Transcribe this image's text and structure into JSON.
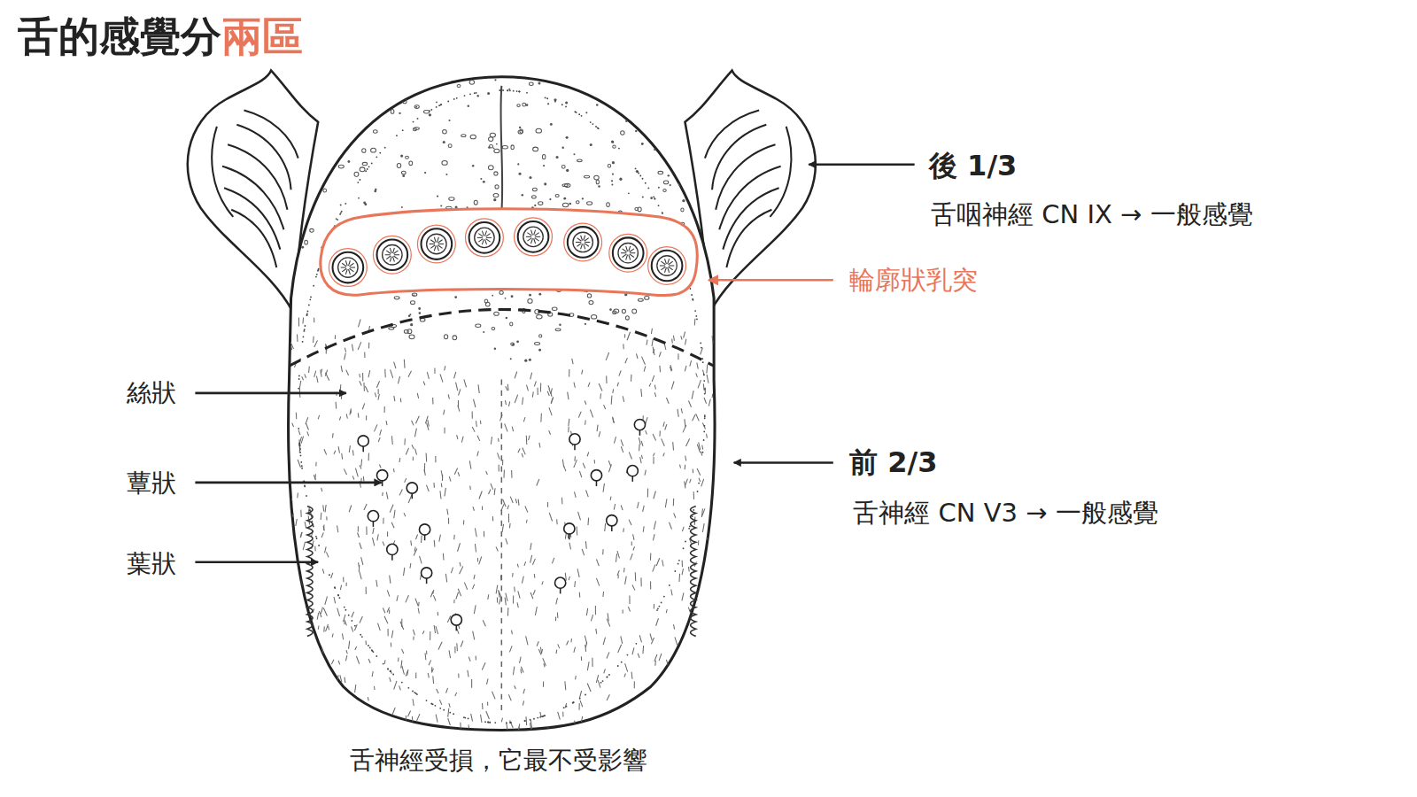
{
  "diagram": {
    "title": "舌的感覺分兩區",
    "labels": [
      "後 1/3",
      "舌咽神經 CN IX → 一般感覺",
      "輪廓狀乳突",
      "絲狀",
      "蕈狀",
      "前 2/3",
      "舌神經 CN V3 → 一般感覺",
      "葉狀",
      "舌神經受損，它最不受影響"
    ]
  }
}
